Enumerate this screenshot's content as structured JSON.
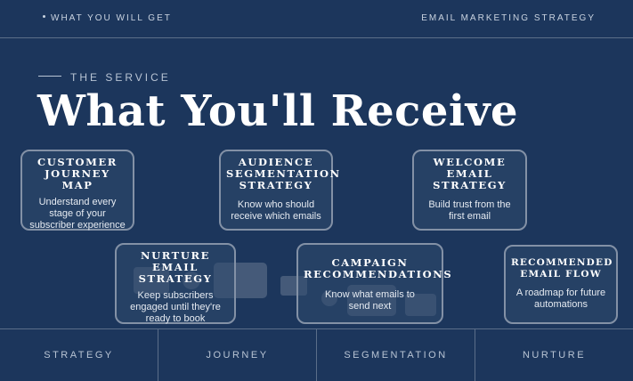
{
  "header": {
    "left_label": "WHAT YOU WILL GET",
    "right_label": "EMAIL MARKETING STRATEGY"
  },
  "hero": {
    "eyebrow": "THE SERVICE",
    "title": "What You'll Receive"
  },
  "cards": [
    {
      "title": "CUSTOMER JOURNEY MAP",
      "desc": "Understand every stage of your subscriber experience"
    },
    {
      "title": "AUDIENCE SEGMENTATION STRATEGY",
      "desc": "Know who should receive which emails"
    },
    {
      "title": "WELCOME EMAIL STRATEGY",
      "desc": "Build trust from the first email"
    },
    {
      "title": "NURTURE EMAIL STRATEGY",
      "desc": "Keep subscribers engaged until they're ready to book"
    },
    {
      "title": "CAMPAIGN RECOMMENDATIONS",
      "desc": "Know what emails to send next"
    },
    {
      "title": "RECOMMENDED EMAIL FLOW",
      "desc": "A roadmap for future automations"
    }
  ],
  "footer": {
    "tabs": [
      "STRATEGY",
      "JOURNEY",
      "SEGMENTATION",
      "NURTURE"
    ]
  },
  "colors": {
    "background": "#1c365c",
    "card_border": "#8391a6",
    "text_muted": "#b8c4d4"
  }
}
